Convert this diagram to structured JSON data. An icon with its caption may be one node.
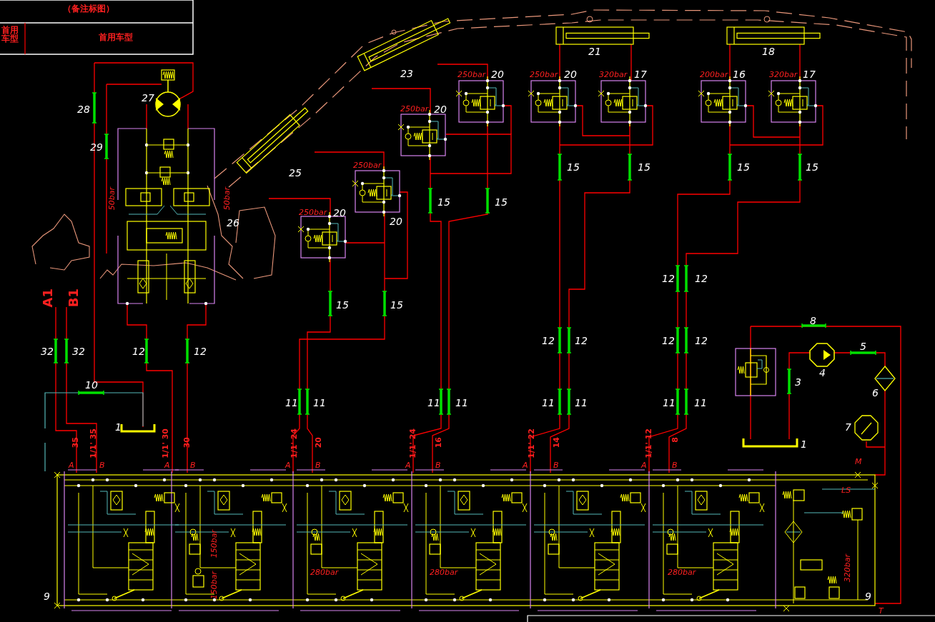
{
  "diagram": {
    "labels": [
      "（备注标图）",
      "首用车型",
      "首用车型",
      "23",
      "21",
      "18",
      "27",
      "28",
      "250bar",
      "20",
      "250bar",
      "20",
      "320bar",
      "17",
      "200bar",
      "16",
      "320bar",
      "17",
      "250bar",
      "20",
      "29",
      "50bar",
      "50bar",
      "250bar",
      "25",
      "15",
      "15",
      "15",
      "15",
      "15",
      "15",
      "26",
      "250bar",
      "20",
      "20",
      "12",
      "12",
      "A1",
      "B1",
      "15",
      "15",
      "8",
      "12",
      "12",
      "12",
      "12",
      "32",
      "32",
      "12",
      "12",
      "5",
      "4",
      "3",
      "6",
      "10",
      "11",
      "11",
      "11",
      "11",
      "11",
      "11",
      "11",
      "11",
      "1",
      "7",
      "1",
      "35",
      "1/1' 35",
      "1/1' 30",
      "30",
      "1/1' 24",
      "20",
      "1/1' 24",
      "16",
      "1/1' 22",
      "14",
      "1/1' 12",
      "8",
      "M",
      "A",
      "B",
      "A",
      "B",
      "A",
      "B",
      "A",
      "B",
      "A",
      "B",
      "A",
      "B",
      "LS",
      "150bar",
      "150bar",
      "280bar",
      "280bar",
      "280bar",
      "320bar",
      "9",
      "9",
      "T"
    ]
  }
}
